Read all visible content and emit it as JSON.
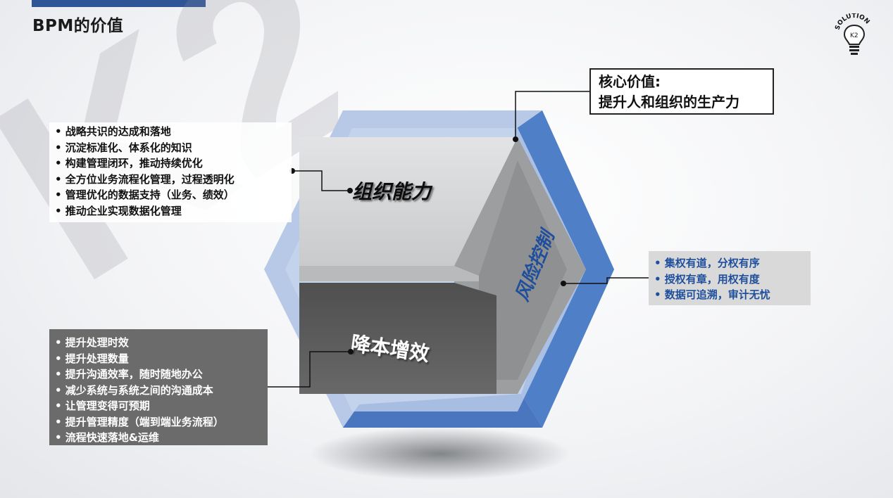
{
  "header": {
    "title": "BPM的价值"
  },
  "watermark": {
    "text": "K2"
  },
  "cube": {
    "top_face": "组织能力",
    "right_face": "风险控制",
    "front_face": "降本增效"
  },
  "core_value": {
    "line1": "核心价值:",
    "line2": "提升人和组织的生产力"
  },
  "lists": {
    "top_left": [
      "• 战略共识的达成和落地",
      "• 沉淀标准化、体系化的知识",
      "• 构建管理闭环，推动持续优化",
      "• 全方位业务流程化管理，过程透明化",
      "• 管理优化的数据支持（业务、绩效）",
      "• 推动企业实现数据化管理"
    ],
    "bottom_left": [
      "• 提升处理时效",
      "• 提升处理数量",
      "• 提升沟通效率，随时随地办公",
      "• 减少系统与系统之间的沟通成本",
      "• 让管理变得可预期",
      "• 提升管理精度（端到端业务流程）",
      "• 流程快速落地&运维"
    ],
    "right": [
      "• 集权有道，分权有序",
      "• 授权有章，用权有度",
      "• 数据可追溯，审计无忧"
    ]
  },
  "logo": {
    "text": "SOLUTION",
    "inner": "K2"
  },
  "colors": {
    "accent_blue": "#2f5597",
    "list_blue": "#1f4f9c"
  }
}
